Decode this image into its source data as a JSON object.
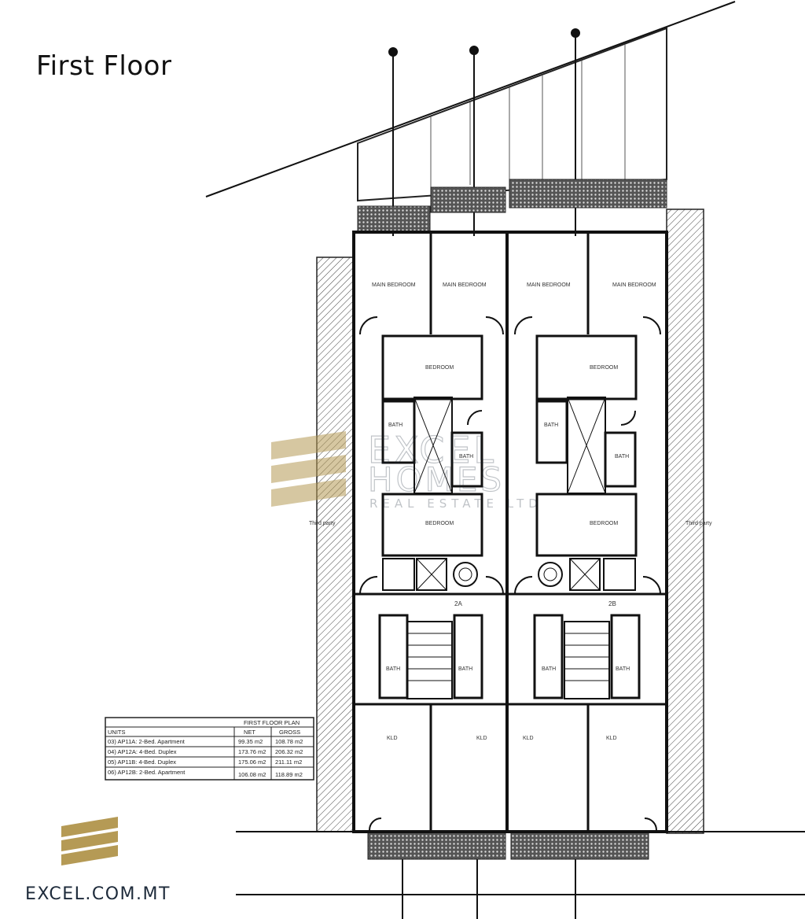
{
  "page_title": "First Floor",
  "brand": {
    "website": "EXCEL.COM.MT",
    "watermark_line1": "EXCEL",
    "watermark_line2": "HOMES",
    "watermark_line3": "REAL ESTATE LTD",
    "gold": "#b59a55",
    "navy": "#1d2a3a"
  },
  "rooms": {
    "main_bedroom": "MAIN BEDROOM",
    "bedroom": "BEDROOM",
    "bath": "BATH",
    "kld": "KLD",
    "unit_2a": "2A",
    "unit_2b": "2B"
  },
  "schedule": {
    "title": "FIRST FLOOR PLAN",
    "headers": [
      "UNITS",
      "NET",
      "GROSS"
    ],
    "rows": [
      [
        "03) AP11A: 2-Bed. Apartment",
        "99.35 m2",
        "108.78 m2"
      ],
      [
        "04) AP12A: 4-Bed. Duplex",
        "173.76 m2",
        "206.32 m2"
      ],
      [
        "05) AP11B: 4-Bed. Duplex",
        "175.06 m2",
        "211.11 m2"
      ],
      [
        "06) AP12B: 2-Bed. Apartment",
        "106.08 m2",
        "118.89 m2"
      ]
    ]
  },
  "party_walls": {
    "left": "Third party",
    "right": "Third party"
  }
}
